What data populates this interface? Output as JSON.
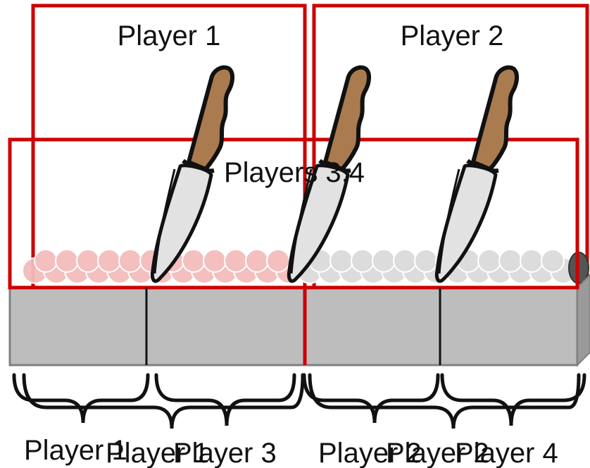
{
  "labels": {
    "box_left": "Player 1",
    "box_right": "Player 2",
    "box_wide": "Players 3,4",
    "brace_1": "Player 1",
    "brace_2": "Player 1",
    "brace_3": "Player 3",
    "brace_4": "Player 2",
    "brace_5": "Player 2",
    "brace_6": "Player 4"
  },
  "icons": {
    "knife": "knife-icon",
    "cake": "cake-icon",
    "brace": "curly-brace-icon"
  },
  "colors": {
    "highlight_red": "#cc0000",
    "cake_gray": "#bdbdbd",
    "cake_edge": "#808080",
    "pink_frosting": "#f3bcbc",
    "gray_frosting": "#dcdcdc",
    "knife_handle": "#a97b4f",
    "knife_blade": "#e2e2e2"
  }
}
